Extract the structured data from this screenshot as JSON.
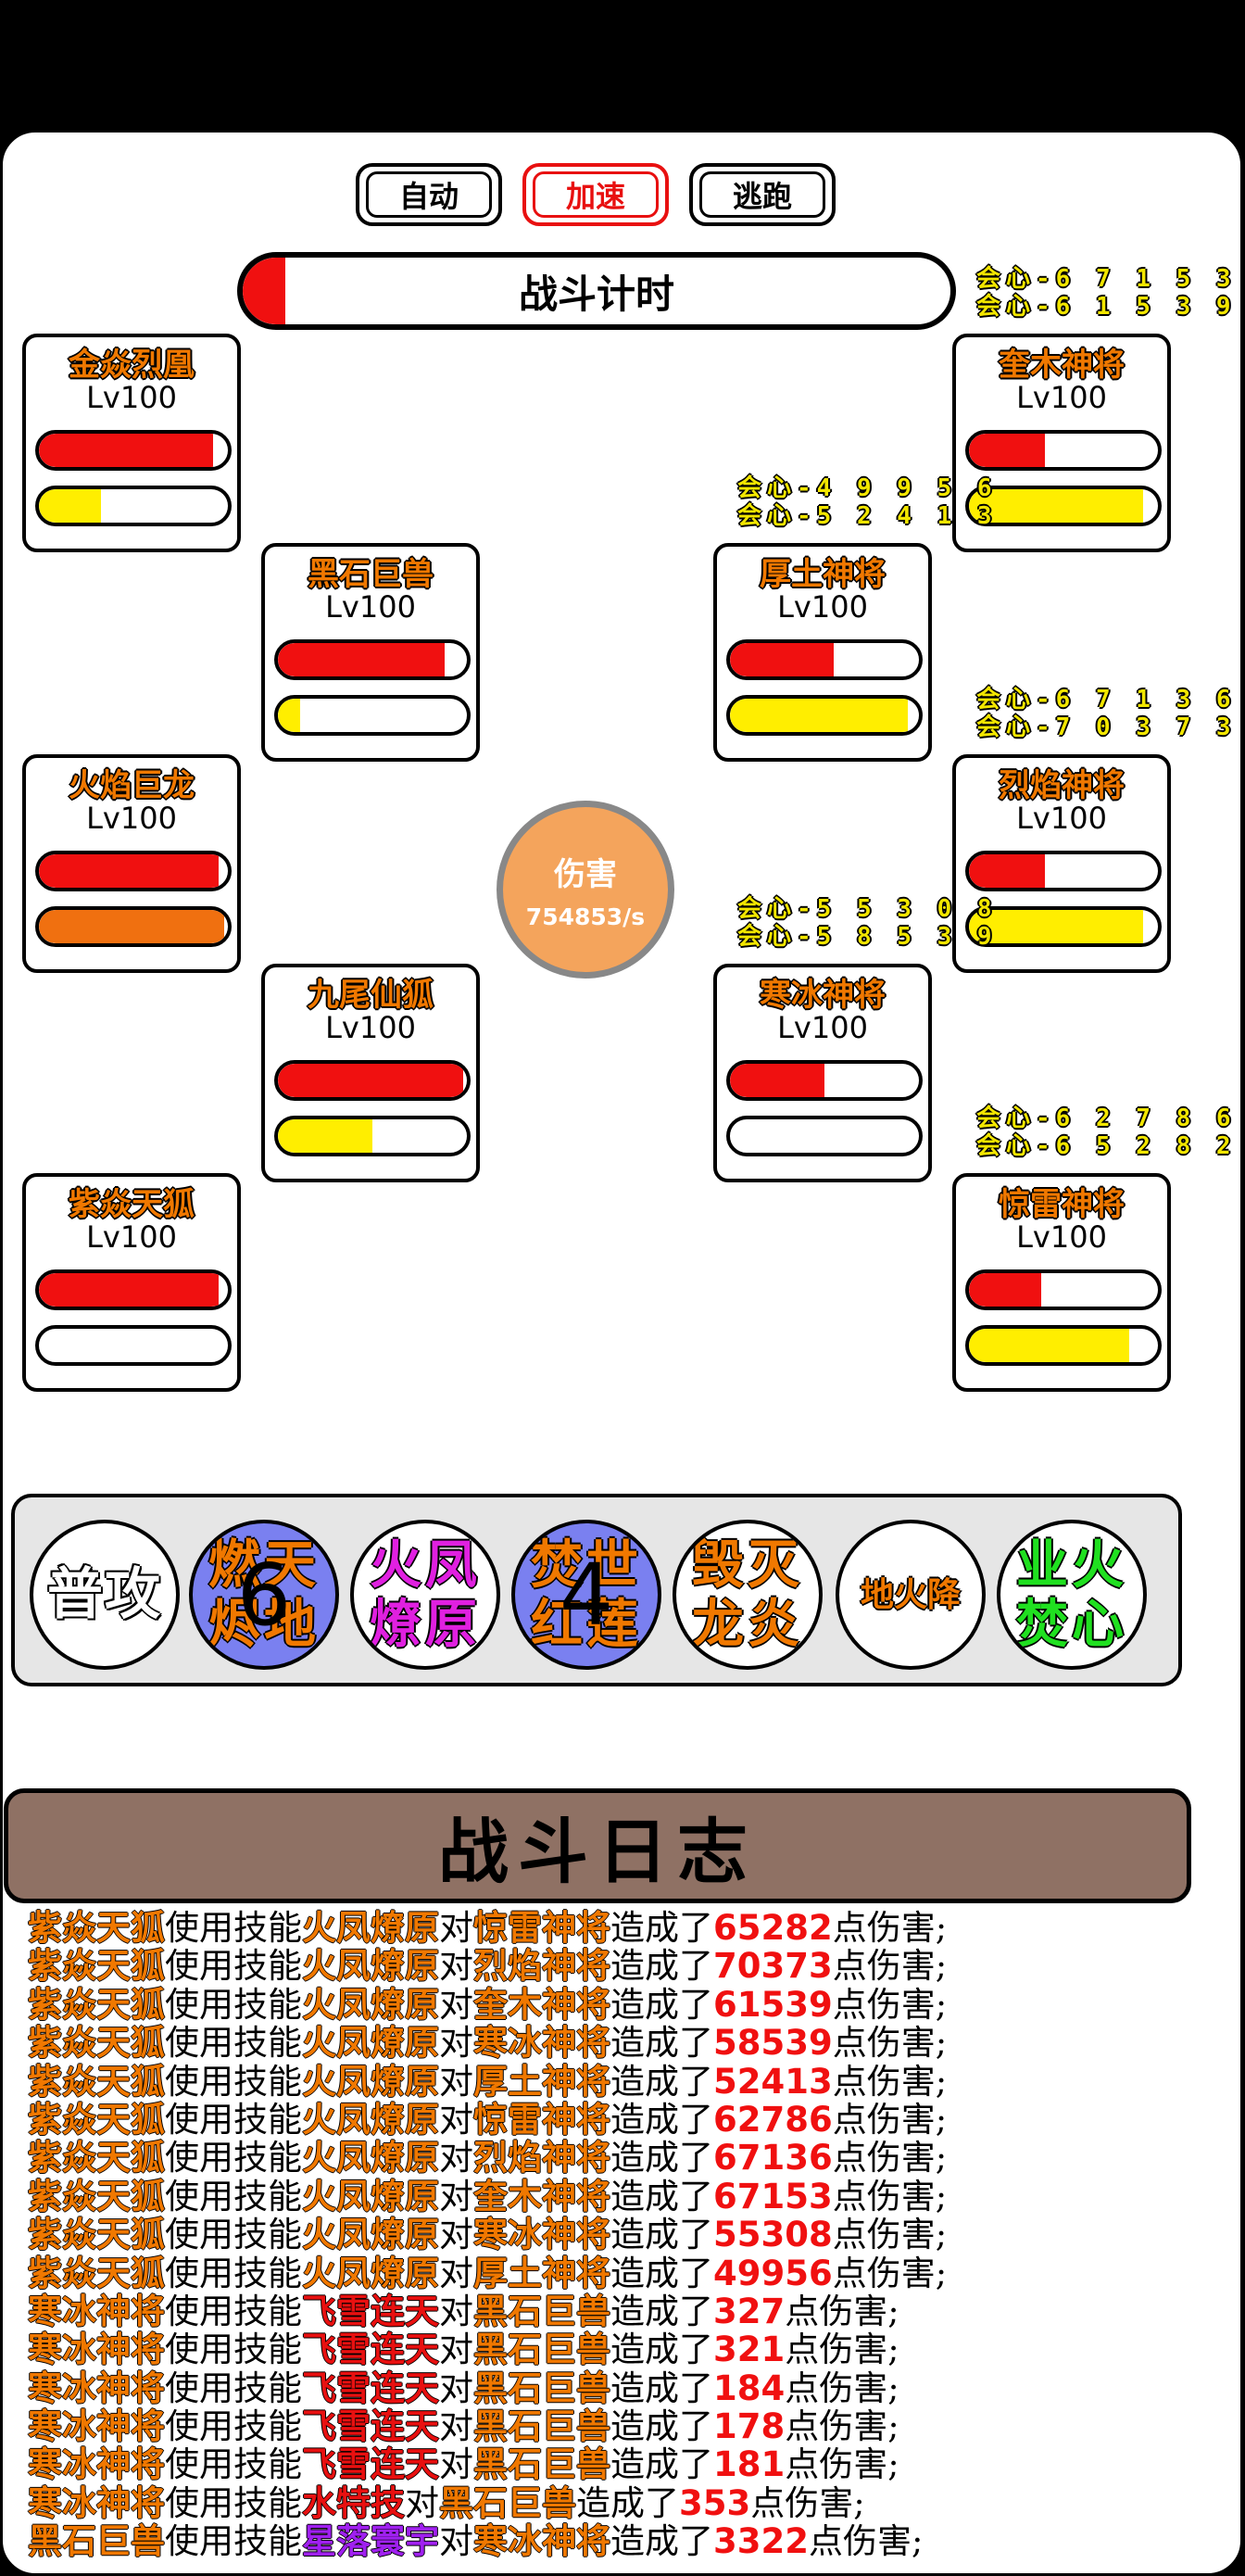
{
  "controls": {
    "auto": "自动",
    "speed": "加速",
    "flee": "逃跑"
  },
  "timer": {
    "label": "战斗计时",
    "progress": 0.06
  },
  "damage": {
    "title": "伤害",
    "rate": "754853/s"
  },
  "crit_prefix": "会心-",
  "left_units": [
    {
      "name": "金焱烈凰",
      "level": "Lv100",
      "hp": 0.92,
      "mp": 0.33,
      "mp_color": "yellow"
    },
    {
      "name": "黑石巨兽",
      "level": "Lv100",
      "hp": 0.88,
      "mp": 0.12,
      "mp_color": "yellow"
    },
    {
      "name": "火焰巨龙",
      "level": "Lv100",
      "hp": 0.95,
      "mp": 0.98,
      "mp_color": "orange"
    },
    {
      "name": "九尾仙狐",
      "level": "Lv100",
      "hp": 0.98,
      "mp": 0.5,
      "mp_color": "yellow"
    },
    {
      "name": "紫焱天狐",
      "level": "Lv100",
      "hp": 0.95,
      "mp": 0.0,
      "mp_color": "yellow"
    }
  ],
  "right_units": [
    {
      "name": "奎木神将",
      "level": "Lv100",
      "hp": 0.4,
      "mp": 0.92,
      "crits": [
        "6 7 1 5 3",
        "6 1 5 3 9"
      ]
    },
    {
      "name": "厚土神将",
      "level": "Lv100",
      "hp": 0.55,
      "mp": 0.94,
      "crits": [
        "4 9 9 5 6",
        "5 2 4 1 3"
      ]
    },
    {
      "name": "烈焰神将",
      "level": "Lv100",
      "hp": 0.4,
      "mp": 0.92,
      "crits": [
        "6 7 1 3 6",
        "7 0 3 7 3"
      ]
    },
    {
      "name": "寒冰神将",
      "level": "Lv100",
      "hp": 0.5,
      "mp": 0.0,
      "crits": [
        "5 5 3 0 8",
        "5 8 5 3 9"
      ]
    },
    {
      "name": "惊雷神将",
      "level": "Lv100",
      "hp": 0.38,
      "mp": 0.85,
      "crits": [
        "6 2 7 8 6",
        "6 5 2 8 2"
      ]
    }
  ],
  "skills": [
    {
      "label": "普攻",
      "cooldown": "",
      "color": "#ffffff",
      "text_color": "#ffffff"
    },
    {
      "label": "燃天烬地",
      "cooldown": "6",
      "color": "#f07800"
    },
    {
      "label": "火凤燎原",
      "cooldown": "",
      "color": "#e020e0"
    },
    {
      "label": "焚世红莲",
      "cooldown": "4",
      "color": "#f07800"
    },
    {
      "label": "毁灭龙炎",
      "cooldown": "",
      "color": "#f07800"
    },
    {
      "label": "地火降",
      "cooldown": "",
      "color": "#f07800"
    },
    {
      "label": "业火焚心",
      "cooldown": "",
      "color": "#20e020"
    }
  ],
  "log_title": "战斗日志",
  "log_words": {
    "use": "使用技能",
    "to": "对",
    "dealt": "造成了",
    "unit": "点伤害;"
  },
  "log": [
    {
      "src": "紫焱天狐",
      "skill": "火凤燎原",
      "target": "惊雷神将",
      "dmg": "65282",
      "skill_color": "o"
    },
    {
      "src": "紫焱天狐",
      "skill": "火凤燎原",
      "target": "烈焰神将",
      "dmg": "70373",
      "skill_color": "o"
    },
    {
      "src": "紫焱天狐",
      "skill": "火凤燎原",
      "target": "奎木神将",
      "dmg": "61539",
      "skill_color": "o"
    },
    {
      "src": "紫焱天狐",
      "skill": "火凤燎原",
      "target": "寒冰神将",
      "dmg": "58539",
      "skill_color": "o"
    },
    {
      "src": "紫焱天狐",
      "skill": "火凤燎原",
      "target": "厚土神将",
      "dmg": "52413",
      "skill_color": "o"
    },
    {
      "src": "紫焱天狐",
      "skill": "火凤燎原",
      "target": "惊雷神将",
      "dmg": "62786",
      "skill_color": "o"
    },
    {
      "src": "紫焱天狐",
      "skill": "火凤燎原",
      "target": "烈焰神将",
      "dmg": "67136",
      "skill_color": "o"
    },
    {
      "src": "紫焱天狐",
      "skill": "火凤燎原",
      "target": "奎木神将",
      "dmg": "67153",
      "skill_color": "o"
    },
    {
      "src": "紫焱天狐",
      "skill": "火凤燎原",
      "target": "寒冰神将",
      "dmg": "55308",
      "skill_color": "o"
    },
    {
      "src": "紫焱天狐",
      "skill": "火凤燎原",
      "target": "厚土神将",
      "dmg": "49956",
      "skill_color": "o"
    },
    {
      "src": "寒冰神将",
      "skill": "飞雪连天",
      "target": "黑石巨兽",
      "dmg": "327",
      "skill_color": "r"
    },
    {
      "src": "寒冰神将",
      "skill": "飞雪连天",
      "target": "黑石巨兽",
      "dmg": "321",
      "skill_color": "r"
    },
    {
      "src": "寒冰神将",
      "skill": "飞雪连天",
      "target": "黑石巨兽",
      "dmg": "184",
      "skill_color": "r"
    },
    {
      "src": "寒冰神将",
      "skill": "飞雪连天",
      "target": "黑石巨兽",
      "dmg": "178",
      "skill_color": "r"
    },
    {
      "src": "寒冰神将",
      "skill": "飞雪连天",
      "target": "黑石巨兽",
      "dmg": "181",
      "skill_color": "r"
    },
    {
      "src": "寒冰神将",
      "skill": "水特技",
      "target": "黑石巨兽",
      "dmg": "353",
      "skill_color": "r"
    },
    {
      "src": "黑石巨兽",
      "skill": "星落寰宇",
      "target": "寒冰神将",
      "dmg": "3322",
      "skill_color": "p"
    }
  ]
}
